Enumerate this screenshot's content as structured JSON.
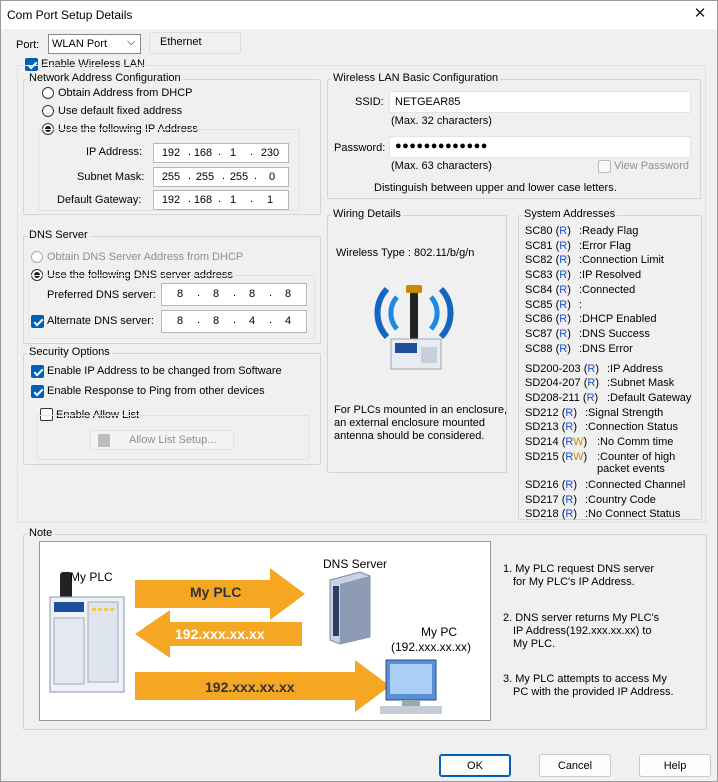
{
  "window": {
    "title": "Com Port Setup Details",
    "close_glyph": "✕"
  },
  "port": {
    "label": "Port:",
    "value": "WLAN Port",
    "ethernet_button": "Ethernet"
  },
  "enable_wlan": {
    "label": "Enable Wireless LAN",
    "checked": true
  },
  "network": {
    "group_label": "Network Address Configuration",
    "radio_dhcp": "Obtain Address from DHCP",
    "radio_default": "Use default fixed address",
    "radio_manual": "Use the following IP Address",
    "ip_label": "IP Address:",
    "ip": [
      "192",
      "168",
      "1",
      "230"
    ],
    "mask_label": "Subnet Mask:",
    "mask": [
      "255",
      "255",
      "255",
      "0"
    ],
    "gw_label": "Default Gateway:",
    "gw": [
      "192",
      "168",
      "1",
      "1"
    ]
  },
  "wlan_basic": {
    "group_label": "Wireless LAN Basic Configuration",
    "ssid_label": "SSID:",
    "ssid": "NETGEAR85",
    "ssid_hint": "(Max. 32 characters)",
    "password_label": "Password:",
    "password": "●●●●●●●●●●●●●",
    "password_hint": "(Max. 63 characters)",
    "view_password": "View Password",
    "case_note": "Distinguish between upper and lower case letters."
  },
  "dns": {
    "group_label": "DNS Server",
    "radio_dhcp": "Obtain DNS Server Address from DHCP",
    "radio_manual": "Use the following DNS server address",
    "preferred_label": "Preferred DNS server:",
    "preferred": [
      "8",
      "8",
      "8",
      "8"
    ],
    "alternate_label": "Alternate DNS server:",
    "alternate": [
      "8",
      "8",
      "4",
      "4"
    ]
  },
  "security": {
    "group_label": "Security Options",
    "opt1": "Enable IP Address to be changed from Software",
    "opt2": "Enable Response to Ping from other devices",
    "opt3": "Enable Allow List",
    "allow_button": "Allow List Setup..."
  },
  "wiring": {
    "group_label": "Wiring Details",
    "type": "Wireless Type : 802.11/b/g/n",
    "note1": "For PLCs mounted in an enclosure,",
    "note2": "an external enclosure mounted",
    "note3": "antenna should be considered."
  },
  "system": {
    "group_label": "System Addresses",
    "rows": [
      {
        "addr": "SC80",
        "rw": "R",
        "desc": ":Ready Flag"
      },
      {
        "addr": "SC81",
        "rw": "R",
        "desc": ":Error Flag"
      },
      {
        "addr": "SC82",
        "rw": "R",
        "desc": ":Connection Limit"
      },
      {
        "addr": "SC83",
        "rw": "R",
        "desc": ":IP Resolved"
      },
      {
        "addr": "SC84",
        "rw": "R",
        "desc": ":Connected"
      },
      {
        "addr": "SC85",
        "rw": "R",
        "desc": ":"
      },
      {
        "addr": "SC86",
        "rw": "R",
        "desc": ":DHCP Enabled"
      },
      {
        "addr": "SC87",
        "rw": "R",
        "desc": ":DNS Success"
      },
      {
        "addr": "SC88",
        "rw": "R",
        "desc": ":DNS Error"
      },
      {
        "addr": "SD200-203",
        "rw": "R",
        "desc": ":IP Address"
      },
      {
        "addr": "SD204-207",
        "rw": "R",
        "desc": ":Subnet Mask"
      },
      {
        "addr": "SD208-211",
        "rw": "R",
        "desc": ":Default Gateway"
      },
      {
        "addr": "SD212",
        "rw": "R",
        "desc": ":Signal Strength"
      },
      {
        "addr": "SD213",
        "rw": "R",
        "desc": ":Connection Status"
      },
      {
        "addr": "SD214",
        "rw": "RW",
        "desc": ":No Comm time"
      },
      {
        "addr": "SD215",
        "rw": "RW",
        "desc": ":Counter of high packet events"
      },
      {
        "addr": "SD216",
        "rw": "R",
        "desc": ":Connected Channel"
      },
      {
        "addr": "SD217",
        "rw": "R",
        "desc": ":Country Code"
      },
      {
        "addr": "SD218",
        "rw": "R",
        "desc": ":No Connect Status"
      }
    ]
  },
  "note": {
    "group_label": "Note",
    "my_plc": "My PLC",
    "arrow1": "My PLC",
    "arrow2": "192.xxx.xx.xx",
    "arrow3": "192.xxx.xx.xx",
    "dns_server": "DNS Server",
    "my_pc": "My PC",
    "my_pc_ip": "(192.xxx.xx.xx)",
    "step1a": "1. My PLC request DNS server",
    "step1b": "for My PLC's IP Address.",
    "step2a": "2. DNS server returns My PLC's",
    "step2b": "IP Address(192.xxx.xx.xx) to",
    "step2c": "My PLC.",
    "step3a": "3. My PLC attempts to access My",
    "step3b": "PC with the provided IP Address."
  },
  "buttons": {
    "ok": "OK",
    "cancel": "Cancel",
    "help": "Help"
  },
  "colors": {
    "accent": "#005fb8",
    "rw_read": "#1a4fd0",
    "rw_write": "#d08a00",
    "arrow": "#f5a623"
  }
}
